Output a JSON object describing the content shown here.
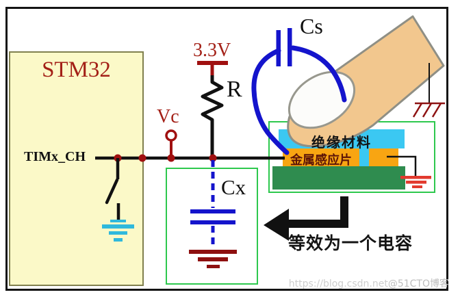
{
  "diagram": {
    "mcu": {
      "label": "STM32",
      "pin_label": "TIMx_CH"
    },
    "supply": {
      "label": "3.3V"
    },
    "resistor": {
      "label": "R"
    },
    "vc_node": {
      "label": "Vc"
    },
    "cs_capacitor": {
      "label": "Cs"
    },
    "cx_capacitor": {
      "label": "Cx"
    },
    "sensor": {
      "insulation_label": "绝缘材料",
      "plate_label": "金属感应片"
    },
    "equivalence_note": "等效为一个电容",
    "watermark": {
      "url": "https://blog.csdn.net",
      "handle": "@51CTO博客"
    }
  },
  "colors": {
    "dark_red_text": "#A32017",
    "junction_dot": "#A01010",
    "wire_black": "#111111",
    "blue": "#1414CC",
    "cyan_layer": "#3BC8F2",
    "cyan_ground": "#2FB9DC",
    "orange_plate": "#F8A512",
    "pcb_green": "#2F8C4F",
    "outline_green": "#2DC84D",
    "mcu_fill": "#FBF9C8",
    "finger_skin": "#F2C78E",
    "ground_dark_red": "#8E1212",
    "ground_bright_red": "#E23A2E"
  }
}
